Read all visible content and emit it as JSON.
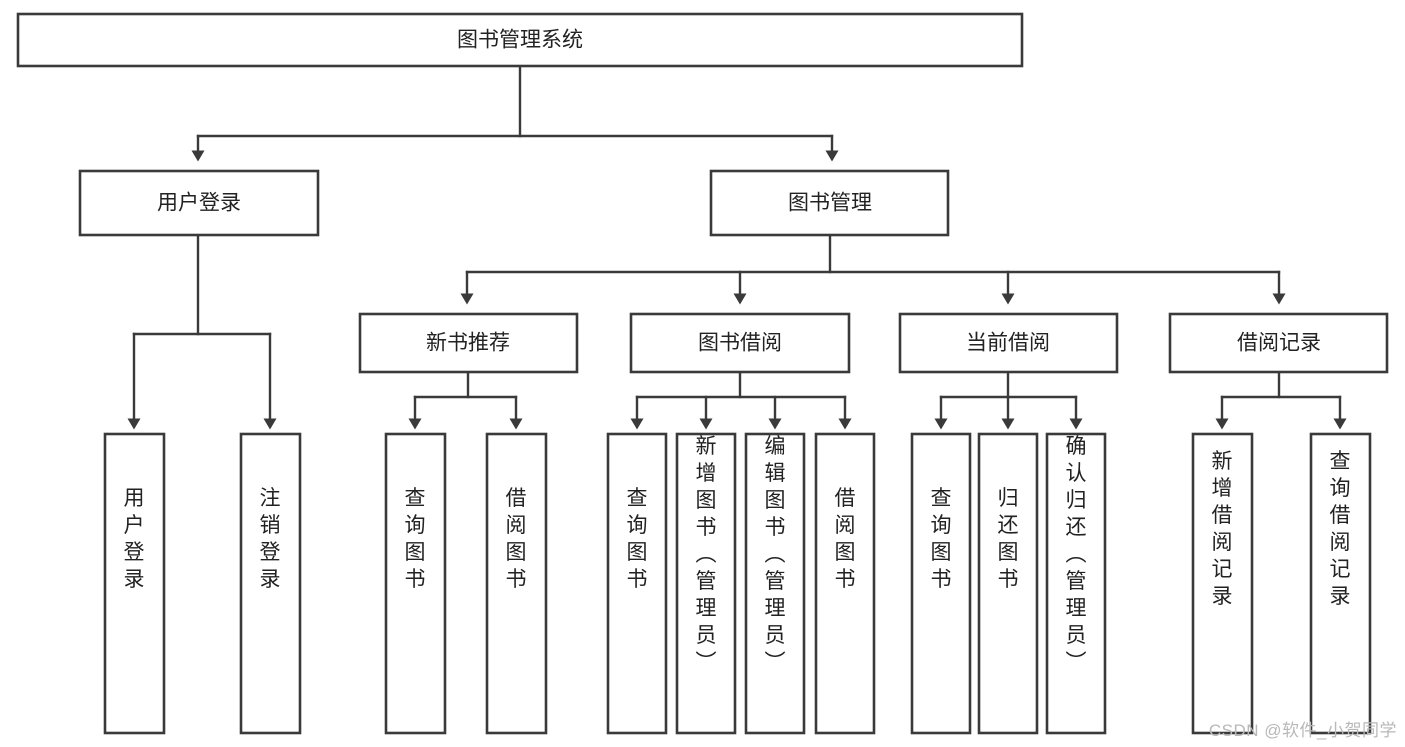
{
  "diagram": {
    "title": "图书管理系统",
    "type": "tree-hierarchy-diagram",
    "colors": {
      "box_stroke": "#3a3a3a",
      "box_fill": "#ffffff",
      "connector": "#3a3a3a",
      "text": "#222222",
      "watermark": "#b8b8b8",
      "background": "#ffffff"
    },
    "root": {
      "label": "图书管理系统"
    },
    "level2": [
      {
        "label": "用户登录"
      },
      {
        "label": "图书管理"
      }
    ],
    "level3": [
      {
        "label": "新书推荐"
      },
      {
        "label": "图书借阅"
      },
      {
        "label": "当前借阅"
      },
      {
        "label": "借阅记录"
      }
    ],
    "leaves": {
      "user_login": [
        {
          "label": "用户登录"
        },
        {
          "label": "注销登录"
        }
      ],
      "new_book_recommend": [
        {
          "label": "查询图书"
        },
        {
          "label": "借阅图书"
        }
      ],
      "book_borrow": [
        {
          "label": "查询图书"
        },
        {
          "label": "新增图书（管理员）"
        },
        {
          "label": "编辑图书（管理员）"
        },
        {
          "label": "借阅图书"
        }
      ],
      "current_borrow": [
        {
          "label": "查询图书"
        },
        {
          "label": "归还图书"
        },
        {
          "label": "确认归还（管理员）"
        }
      ],
      "borrow_record": [
        {
          "label": "新增借阅记录"
        },
        {
          "label": "查询借阅记录"
        }
      ]
    }
  },
  "watermark": {
    "text": "CSDN @软件_小贺同学"
  }
}
